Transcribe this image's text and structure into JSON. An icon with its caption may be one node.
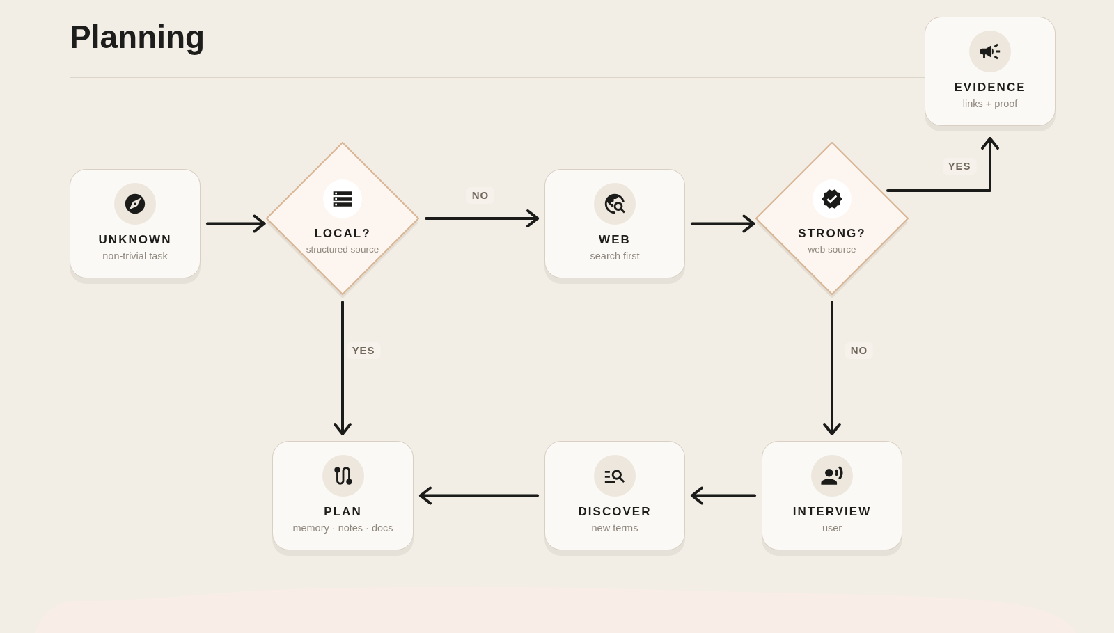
{
  "diagram": {
    "title": "Planning",
    "nodes": [
      {
        "text": [
          "UNKNOWN",
          "non-trivial task"
        ]
      },
      {
        "text": [
          "LOCAL?",
          "structured source"
        ]
      },
      {
        "text": [
          "WEB",
          "search first"
        ]
      },
      {
        "text": [
          "STRONG?",
          "web source"
        ]
      },
      {
        "text": [
          "EVIDENCE",
          "links + proof"
        ]
      },
      {
        "text": [
          "PLAN",
          "memory · notes · docs"
        ]
      },
      {
        "text": [
          "DISCOVER",
          "new terms"
        ]
      },
      {
        "text": [
          "INTERVIEW",
          "user"
        ]
      }
    ],
    "edges": [
      {
        "from": 0,
        "to": 1,
        "arrow": "to"
      },
      {
        "from": 1,
        "to": 2,
        "arrow": "to",
        "label": "NO"
      },
      {
        "from": 2,
        "to": 3,
        "arrow": "to"
      },
      {
        "from": 3,
        "to": 4,
        "arrow": "to",
        "label": "YES"
      },
      {
        "from": 1,
        "to": 5,
        "arrow": "to",
        "label": "YES"
      },
      {
        "from": 3,
        "to": 7,
        "arrow": "to",
        "label": "NO"
      },
      {
        "from": 7,
        "to": 6,
        "arrow": "to"
      },
      {
        "from": 6,
        "to": 5,
        "arrow": "to"
      }
    ]
  }
}
